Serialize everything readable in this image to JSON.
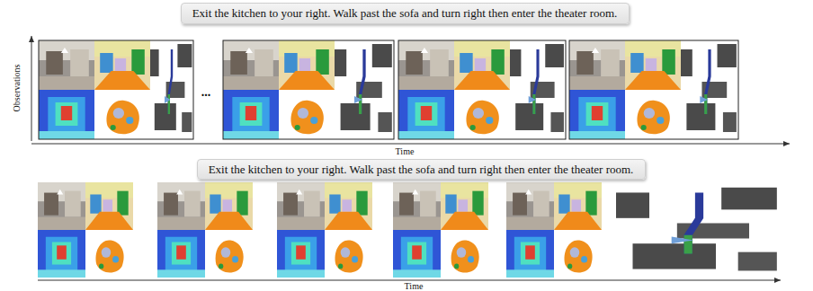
{
  "diagram": {
    "nodes": [
      {
        "text": [
          "Exit the kitchen to your right. Walk past the sofa and turn right then enter the theater room."
        ]
      },
      {
        "text": [
          "Exit the kitchen to your right. Walk past the sofa and turn right then enter the theater room."
        ]
      }
    ],
    "labels": [
      "Observations",
      "...",
      "Time",
      "Time"
    ]
  }
}
